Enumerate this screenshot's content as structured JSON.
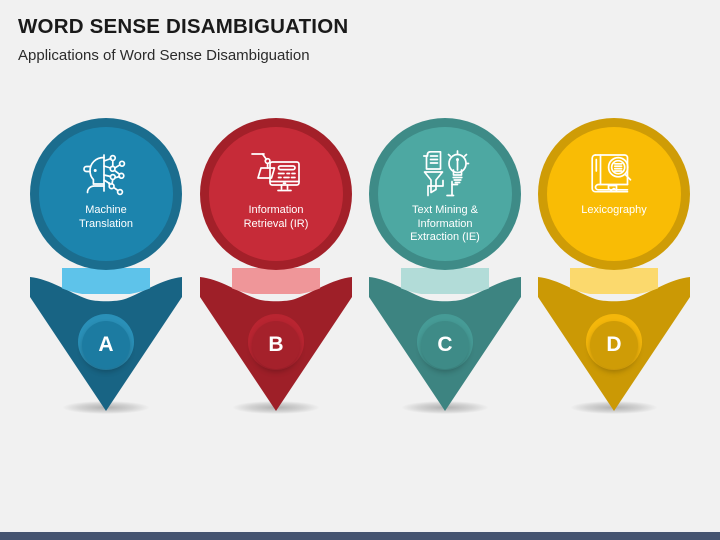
{
  "header": {
    "title": "WORD SENSE DISAMBIGUATION",
    "subtitle": "Applications of Word Sense Disambiguation"
  },
  "theme": {
    "background": "#f1f1f1",
    "footer_bar": "#455470",
    "title_color": "#1a1a1a",
    "subtitle_color": "#2b2b2b"
  },
  "pins": [
    {
      "letter": "A",
      "label": "Machine\nTranslation",
      "label_line1": "Machine",
      "label_line2": "Translation",
      "icon": "head-neural-network-icon",
      "colors": {
        "circle_fill": "#1c84ad",
        "circle_ring": "#1b6d8e",
        "arrow": "#186484",
        "collar": "#5ec3ea",
        "badge_ring": "#2a90b8",
        "badge": "#1c7ba1"
      }
    },
    {
      "letter": "B",
      "label": "Information\nRetrieval (IR)",
      "label_line1": "Information",
      "label_line2": "Retrieval (IR)",
      "icon": "monitor-data-extraction-icon",
      "colors": {
        "circle_fill": "#c62b38",
        "circle_ring": "#a32029",
        "arrow": "#9e1f28",
        "collar": "#ef9699",
        "badge_ring": "#b92531",
        "badge": "#a5212b"
      }
    },
    {
      "letter": "C",
      "label": "Text Mining &\nInformation\nExtraction (IE)",
      "label_line1": "Text Mining &",
      "label_line2": "Information",
      "label_line3": "Extraction (IE)",
      "icon": "funnel-document-bulb-icon",
      "colors": {
        "circle_fill": "#4da8a2",
        "circle_ring": "#3e8b87",
        "arrow": "#3d8481",
        "collar": "#b2dcd8",
        "badge_ring": "#469b96",
        "badge": "#3e8b87"
      }
    },
    {
      "letter": "D",
      "label": "Lexicography",
      "label_line1": "Lexicography",
      "icon": "book-magnifier-icon",
      "colors": {
        "circle_fill": "#f9bc05",
        "circle_ring": "#cf9c06",
        "arrow": "#cb9905",
        "collar": "#fbd96d",
        "badge_ring": "#f4b70b",
        "badge": "#cf9c06"
      }
    }
  ]
}
